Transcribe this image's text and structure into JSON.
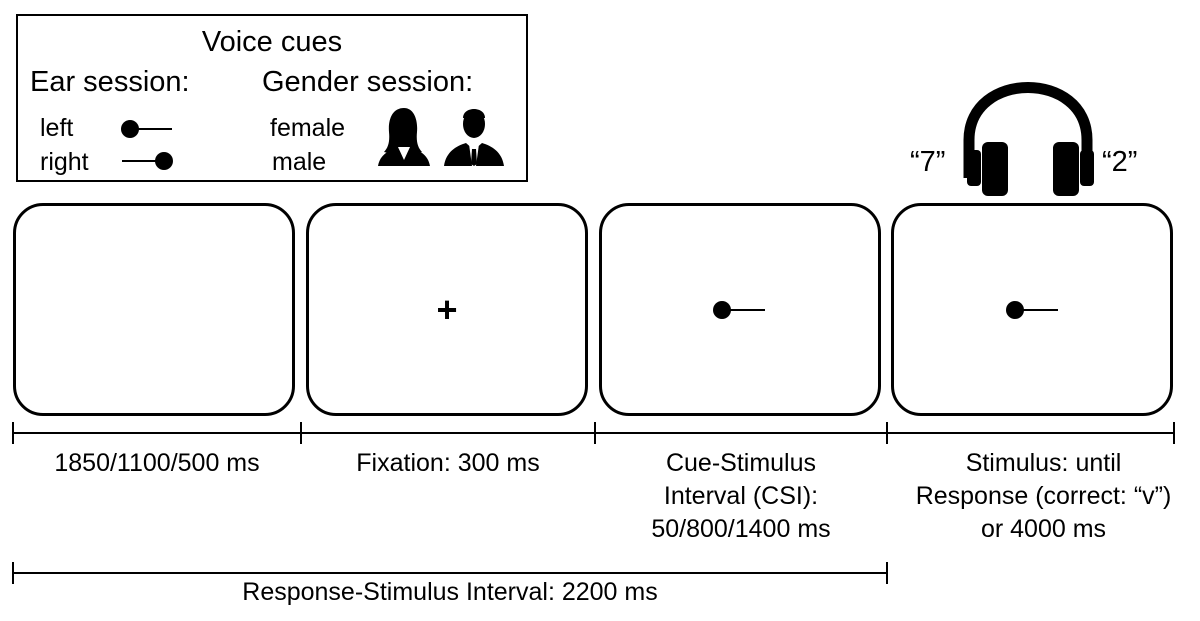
{
  "legend": {
    "title": "Voice cues",
    "ear_session_label": "Ear session:",
    "gender_session_label": "Gender session:",
    "left_label": "left",
    "right_label": "right",
    "female_label": "female",
    "male_label": "male"
  },
  "headphones": {
    "left_number": "“7”",
    "right_number": "“2”"
  },
  "screens": [
    {
      "name": "blank",
      "content": ""
    },
    {
      "name": "fixation",
      "content": "+"
    },
    {
      "name": "cue",
      "content": ""
    },
    {
      "name": "stimulus",
      "content": ""
    }
  ],
  "durations": {
    "blank": "1850/1100/500 ms",
    "fixation": "Fixation: 300 ms",
    "csi_line1": "Cue-Stimulus",
    "csi_line2": "Interval (CSI):",
    "csi_line3": "50/800/1400 ms",
    "stim_line1": "Stimulus: until",
    "stim_line2": "Response (correct: “v”)",
    "stim_line3": "or 4000 ms"
  },
  "rsi_label": "Response-Stimulus Interval: 2200 ms"
}
